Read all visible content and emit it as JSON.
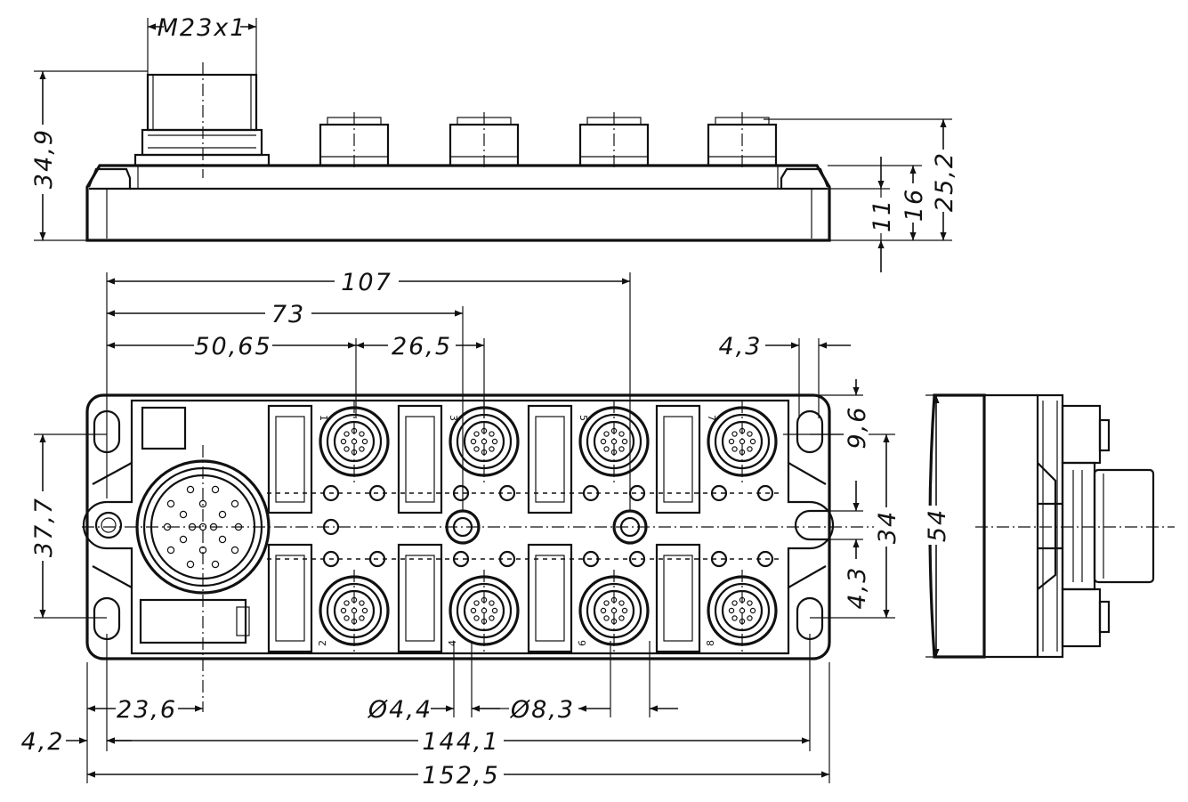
{
  "drawing": {
    "dimensions": {
      "thread": "M23x1",
      "total_height": "34,9",
      "height_25_2": "25,2",
      "height_16": "16",
      "height_11": "11",
      "width_107": "107",
      "width_73": "73",
      "width_50_65": "50,65",
      "pitch_26_5": "26,5",
      "offset_4_3_top": "4,3",
      "offset_9_6": "9,6",
      "height_37_7": "37,7",
      "height_34": "34",
      "offset_4_3_right": "4,3",
      "height_54": "54",
      "offset_23_6": "23,6",
      "hole_dia_4_4": "Ø4,4",
      "hole_dia_8_3": "Ø8,3",
      "margin_4_2": "4,2",
      "width_144_1": "144,1",
      "width_152_5": "152,5"
    },
    "port_numbers": [
      "1",
      "2",
      "3",
      "4",
      "5",
      "6",
      "7",
      "8"
    ]
  }
}
